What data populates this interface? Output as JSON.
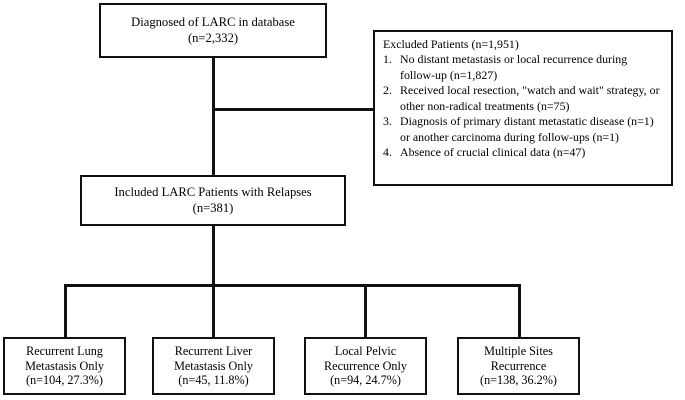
{
  "flowchart": {
    "title": "LARC patient selection flow diagram",
    "nodes": {
      "diagnosed": {
        "label_line1": "Diagnosed of LARC in database",
        "label_line2": "(n=2,332)",
        "count": 2332
      },
      "excluded": {
        "heading": "Excluded Patients (n=1,951)",
        "count": 1951,
        "reasons": [
          {
            "number": "1.",
            "text": "No distant metastasis or local recurrence during follow-up (n=1,827)",
            "count": 1827
          },
          {
            "number": "2.",
            "text": "Received local resection, \"watch and wait\" strategy, or other non-radical treatments (n=75)",
            "count": 75
          },
          {
            "number": "3.",
            "text": "Diagnosis of primary distant metastatic disease (n=1) or another carcinoma during follow-ups (n=1)",
            "count": 2
          },
          {
            "number": "4.",
            "text": "Absence of crucial clinical data (n=47)",
            "count": 47
          }
        ]
      },
      "included": {
        "label_line1": "Included LARC Patients with Relapses",
        "label_line2": "(n=381)",
        "count": 381
      }
    },
    "outcomes": [
      {
        "line1": "Recurrent Lung",
        "line2": "Metastasis Only",
        "line3": "(n=104, 27.3%)",
        "count": 104,
        "percent": 27.3
      },
      {
        "line1": "Recurrent Liver",
        "line2": "Metastasis Only",
        "line3": "(n=45, 11.8%)",
        "count": 45,
        "percent": 11.8
      },
      {
        "line1": "Local Pelvic",
        "line2": "Recurrence Only",
        "line3": "(n=94, 24.7%)",
        "count": 94,
        "percent": 24.7
      },
      {
        "line1": "Multiple Sites",
        "line2": "Recurrence",
        "line3": "(n=138, 36.2%)",
        "count": 138,
        "percent": 36.2
      }
    ],
    "colors": {
      "stroke": "#111111",
      "background": "#ffffff",
      "text": "#000000"
    }
  }
}
